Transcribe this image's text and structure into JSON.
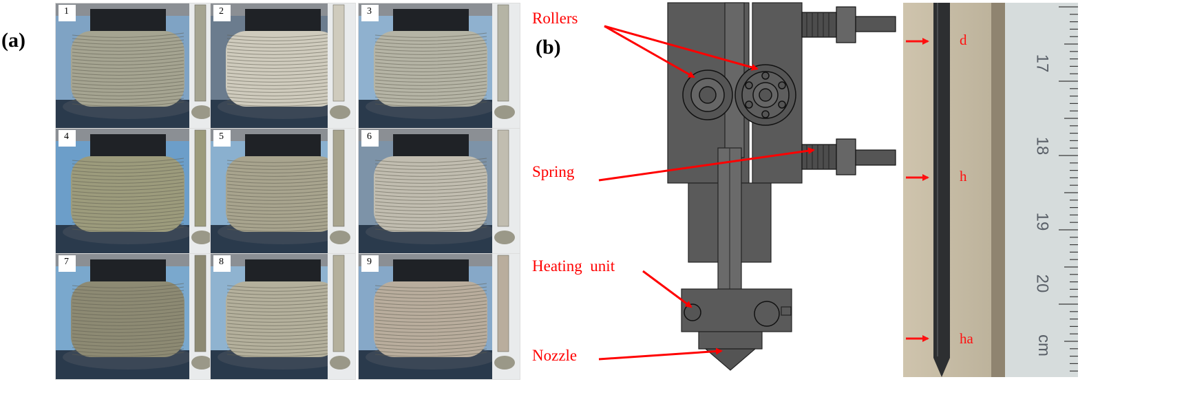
{
  "panel_a": {
    "letter": "(a)",
    "tiles": [
      {
        "label": "1",
        "coil": "#a5a491",
        "bg": "#7fa3c4"
      },
      {
        "label": "2",
        "coil": "#cfcbbd",
        "bg": "#6b7c8e"
      },
      {
        "label": "3",
        "coil": "#b5b4a5",
        "bg": "#8fb1cf"
      },
      {
        "label": "4",
        "coil": "#9c9b7c",
        "bg": "#6c9ec9"
      },
      {
        "label": "5",
        "coil": "#a8a48e",
        "bg": "#8ab0cf"
      },
      {
        "label": "6",
        "coil": "#c1bdb0",
        "bg": "#7d93a8"
      },
      {
        "label": "7",
        "coil": "#8d8a73",
        "bg": "#7aa8cd"
      },
      {
        "label": "8",
        "coil": "#b4b09c",
        "bg": "#8fb3d0"
      },
      {
        "label": "9",
        "coil": "#b9ad9d",
        "bg": "#86a8c8"
      }
    ]
  },
  "panel_b": {
    "letter": "(b)",
    "labels": {
      "rollers": "Rollers",
      "spring": "Spring",
      "heating": "Heating  unit",
      "nozzle": "Nozzle"
    },
    "colors": {
      "part": "#595959",
      "outline": "#222222",
      "arrow": "#ff0000"
    }
  },
  "photo": {
    "marks": {
      "d": "d",
      "h": "h",
      "ha": "ha"
    },
    "ruler_numbers": [
      "17",
      "18",
      "19",
      "20",
      "cm"
    ]
  }
}
